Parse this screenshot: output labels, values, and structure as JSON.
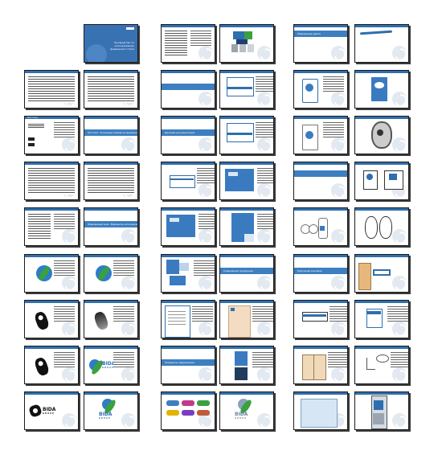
{
  "document": {
    "slides": [
      {
        "id": "s01",
        "col": 0,
        "row": 0,
        "kind": "cover",
        "header": "",
        "title": "Руководство по использованию фирменного стиля"
      },
      {
        "id": "s02",
        "col": 0,
        "row": 1,
        "kind": "text-dense",
        "header": ""
      },
      {
        "id": "s03",
        "col": 1,
        "row": 1,
        "kind": "text-dense",
        "header": ""
      },
      {
        "id": "s04",
        "col": 0,
        "row": 2,
        "kind": "text-sparse",
        "header": "Логотип"
      },
      {
        "id": "s05",
        "col": 1,
        "row": 2,
        "kind": "section",
        "header": "",
        "section": "Логотип. Основные элементы фирменного стиля"
      },
      {
        "id": "s06",
        "col": 0,
        "row": 3,
        "kind": "text-dense",
        "header": ""
      },
      {
        "id": "s07",
        "col": 1,
        "row": 3,
        "kind": "text-dense",
        "header": ""
      },
      {
        "id": "s08",
        "col": 0,
        "row": 4,
        "kind": "text-half",
        "header": ""
      },
      {
        "id": "s09",
        "col": 1,
        "row": 4,
        "kind": "section",
        "header": "",
        "section": "Фирменный знак. Варианты использования"
      },
      {
        "id": "s10",
        "col": 0,
        "row": 5,
        "kind": "logo-color",
        "header": ""
      },
      {
        "id": "s11",
        "col": 1,
        "row": 5,
        "kind": "logo-color",
        "header": ""
      },
      {
        "id": "s12",
        "col": 0,
        "row": 6,
        "kind": "logo-black",
        "header": ""
      },
      {
        "id": "s13",
        "col": 1,
        "row": 6,
        "kind": "logo-gray",
        "header": ""
      },
      {
        "id": "s14",
        "col": 0,
        "row": 7,
        "kind": "logo-black",
        "header": ""
      },
      {
        "id": "s15",
        "col": 1,
        "row": 7,
        "kind": "logo-brand-color",
        "header": "",
        "brand": "BIDA",
        "tag": "GROUP"
      },
      {
        "id": "s16",
        "col": 0,
        "row": 8,
        "kind": "logo-brand-black",
        "header": "",
        "brand": "BIDA",
        "tag": "GROUP"
      },
      {
        "id": "s17",
        "col": 1,
        "row": 8,
        "kind": "logo-brand-color-stack",
        "header": "",
        "brand": "BIDA",
        "tag": "GROUP"
      },
      {
        "id": "s18",
        "col": 2,
        "row": 0,
        "kind": "text-half",
        "header": ""
      },
      {
        "id": "s19",
        "col": 3,
        "row": 0,
        "kind": "colors",
        "header": ""
      },
      {
        "id": "s20",
        "col": 2,
        "row": 1,
        "kind": "band",
        "header": ""
      },
      {
        "id": "s21",
        "col": 3,
        "row": 1,
        "kind": "card",
        "header": ""
      },
      {
        "id": "s22",
        "col": 2,
        "row": 2,
        "kind": "section",
        "header": "",
        "section": "Деловая документация"
      },
      {
        "id": "s23",
        "col": 3,
        "row": 2,
        "kind": "card",
        "header": ""
      },
      {
        "id": "s24",
        "col": 2,
        "row": 3,
        "kind": "envelope",
        "header": ""
      },
      {
        "id": "s25",
        "col": 3,
        "row": 3,
        "kind": "envelope-blue",
        "header": ""
      },
      {
        "id": "s26",
        "col": 2,
        "row": 4,
        "kind": "envelope-blue",
        "header": ""
      },
      {
        "id": "s27",
        "col": 3,
        "row": 4,
        "kind": "folder-blue",
        "header": ""
      },
      {
        "id": "s28",
        "col": 2,
        "row": 5,
        "kind": "folder-set",
        "header": ""
      },
      {
        "id": "s29",
        "col": 3,
        "row": 5,
        "kind": "section",
        "header": "",
        "section": "Сувенирная продукция"
      },
      {
        "id": "s30",
        "col": 2,
        "row": 6,
        "kind": "letterhead",
        "header": ""
      },
      {
        "id": "s31",
        "col": 3,
        "row": 6,
        "kind": "letterhead-peach",
        "header": ""
      },
      {
        "id": "s32",
        "col": 2,
        "row": 7,
        "kind": "section",
        "header": "",
        "section": "Элементы оформления"
      },
      {
        "id": "s33",
        "col": 3,
        "row": 7,
        "kind": "signage",
        "header": ""
      },
      {
        "id": "s34",
        "col": 2,
        "row": 8,
        "kind": "swatches",
        "header": ""
      },
      {
        "id": "s35",
        "col": 3,
        "row": 8,
        "kind": "logo-brand-stack-gray",
        "header": "",
        "brand": "BIDA",
        "tag": "GROUP"
      },
      {
        "id": "s36",
        "col": 4,
        "row": 0,
        "kind": "section-top",
        "header": "",
        "section": "Фирменные цвета"
      },
      {
        "id": "s37",
        "col": 4,
        "row": 1,
        "kind": "pen",
        "header": ""
      },
      {
        "id": "s38",
        "col": 4,
        "row": 2,
        "kind": "bag",
        "header": ""
      },
      {
        "id": "s39",
        "col": 4,
        "row": 3,
        "kind": "band-plain",
        "header": ""
      },
      {
        "id": "s40",
        "col": 4,
        "row": 4,
        "kind": "kit",
        "header": ""
      },
      {
        "id": "s41",
        "col": 4,
        "row": 5,
        "kind": "section",
        "header": "",
        "section": "Наружная реклама"
      },
      {
        "id": "s42",
        "col": 4,
        "row": 6,
        "kind": "sign-board",
        "header": ""
      },
      {
        "id": "s43",
        "col": 4,
        "row": 7,
        "kind": "doors",
        "header": ""
      },
      {
        "id": "s44",
        "col": 4,
        "row": 8,
        "kind": "glass",
        "header": ""
      },
      {
        "id": "s45",
        "col": 5,
        "row": 0,
        "kind": "pen-long",
        "header": ""
      },
      {
        "id": "s46",
        "col": 5,
        "row": 1,
        "kind": "poster",
        "header": ""
      },
      {
        "id": "s47",
        "col": 5,
        "row": 2,
        "kind": "fan",
        "header": ""
      },
      {
        "id": "s48",
        "col": 5,
        "row": 3,
        "kind": "badges",
        "header": ""
      },
      {
        "id": "s49",
        "col": 5,
        "row": 4,
        "kind": "slippers",
        "header": ""
      },
      {
        "id": "s50",
        "col": 5,
        "row": 5,
        "kind": "door-sign",
        "header": ""
      },
      {
        "id": "s51",
        "col": 5,
        "row": 6,
        "kind": "info-panel",
        "header": ""
      },
      {
        "id": "s52",
        "col": 5,
        "row": 7,
        "kind": "sketch",
        "header": ""
      },
      {
        "id": "s53",
        "col": 5,
        "row": 8,
        "kind": "kiosk",
        "header": ""
      }
    ]
  },
  "colors": {
    "brand_blue": "#2f6fae",
    "brand_green": "#3aa040",
    "dark": "#111111"
  }
}
